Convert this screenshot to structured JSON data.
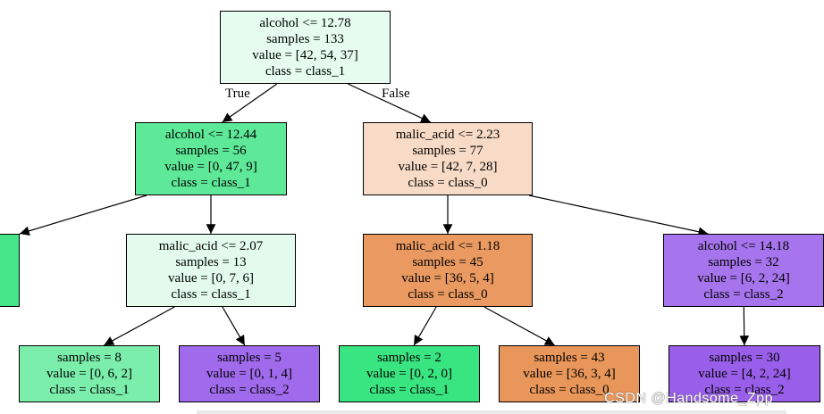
{
  "tree": {
    "nodes": {
      "root": {
        "lines": [
          "alcohol <= 12.78",
          "samples = 133",
          "value = [42, 54, 37]",
          "class = class_1"
        ],
        "fill": "#e6fcef"
      },
      "n_left": {
        "lines": [
          "alcohol <= 12.44",
          "samples = 56",
          "value = [0, 47, 9]",
          "class = class_1"
        ],
        "fill": "#5ee999"
      },
      "n_right": {
        "lines": [
          "malic_acid <= 2.23",
          "samples = 77",
          "value = [42, 7, 28]",
          "class = class_0"
        ],
        "fill": "#f8dbc6"
      },
      "n_ll": {
        "lines": [],
        "fill": "#47e58a"
      },
      "n_lr": {
        "lines": [
          "malic_acid <= 2.07",
          "samples = 13",
          "value = [0, 7, 6]",
          "class = class_1"
        ],
        "fill": "#e3fbed"
      },
      "n_rl": {
        "lines": [
          "malic_acid <= 1.18",
          "samples = 45",
          "value = [36, 5, 4]",
          "class = class_0"
        ],
        "fill": "#ea9a61"
      },
      "n_rr": {
        "lines": [
          "alcohol <= 14.18",
          "samples = 32",
          "value = [6, 2, 24]",
          "class = class_2"
        ],
        "fill": "#a674ed"
      },
      "leaf_a": {
        "lines": [],
        "fill": "#ffffff"
      },
      "leaf_b": {
        "lines": [
          "samples = 8",
          "value = [0, 6, 2]",
          "class = class_1"
        ],
        "fill": "#7beeab"
      },
      "leaf_c": {
        "lines": [
          "samples = 5",
          "value = [0, 1, 4]",
          "class = class_2"
        ],
        "fill": "#a06aec"
      },
      "leaf_d": {
        "lines": [
          "samples = 2",
          "value = [0, 2, 0]",
          "class = class_1"
        ],
        "fill": "#39e581"
      },
      "leaf_e": {
        "lines": [
          "samples = 43",
          "value = [36, 3, 4]",
          "class = class_0"
        ],
        "fill": "#e9965a"
      },
      "leaf_f": {
        "lines": [
          "samples = 30",
          "value = [4, 2, 24]",
          "class = class_2"
        ],
        "fill": "#9a5fea"
      }
    },
    "edges": [
      [
        "root",
        "n_left"
      ],
      [
        "root",
        "n_right"
      ],
      [
        "n_left",
        "n_ll"
      ],
      [
        "n_left",
        "n_lr"
      ],
      [
        "n_right",
        "n_rl"
      ],
      [
        "n_right",
        "n_rr"
      ],
      [
        "n_lr",
        "leaf_b"
      ],
      [
        "n_lr",
        "leaf_c"
      ],
      [
        "n_rl",
        "leaf_d"
      ],
      [
        "n_rl",
        "leaf_e"
      ],
      [
        "n_rr",
        "leaf_f"
      ]
    ],
    "edge_labels": {
      "true": "True",
      "false": "False"
    }
  },
  "watermark": "CSDN @Handsome_Zpp"
}
